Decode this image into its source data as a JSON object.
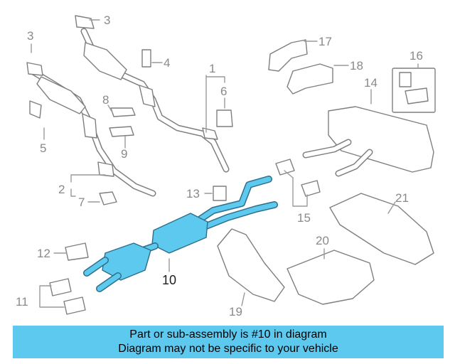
{
  "diagram": {
    "callouts": [
      {
        "id": "c1",
        "label": "1"
      },
      {
        "id": "c2",
        "label": "2"
      },
      {
        "id": "c3a",
        "label": "3"
      },
      {
        "id": "c3b",
        "label": "3"
      },
      {
        "id": "c4",
        "label": "4"
      },
      {
        "id": "c5",
        "label": "5"
      },
      {
        "id": "c6",
        "label": "6"
      },
      {
        "id": "c7",
        "label": "7"
      },
      {
        "id": "c8",
        "label": "8"
      },
      {
        "id": "c9",
        "label": "9"
      },
      {
        "id": "c10",
        "label": "10"
      },
      {
        "id": "c11",
        "label": "11"
      },
      {
        "id": "c12",
        "label": "12"
      },
      {
        "id": "c13",
        "label": "13"
      },
      {
        "id": "c14",
        "label": "14"
      },
      {
        "id": "c15",
        "label": "15"
      },
      {
        "id": "c16",
        "label": "16"
      },
      {
        "id": "c17",
        "label": "17"
      },
      {
        "id": "c18",
        "label": "18"
      },
      {
        "id": "c19",
        "label": "19"
      },
      {
        "id": "c20",
        "label": "20"
      },
      {
        "id": "c21",
        "label": "21"
      }
    ],
    "highlight_color": "#5ec9ef",
    "line_color": "#8a8a8a"
  },
  "banner": {
    "line1": "Part or sub-assembly is #10 in diagram",
    "line2": "Diagram may not be specific to your vehicle"
  }
}
